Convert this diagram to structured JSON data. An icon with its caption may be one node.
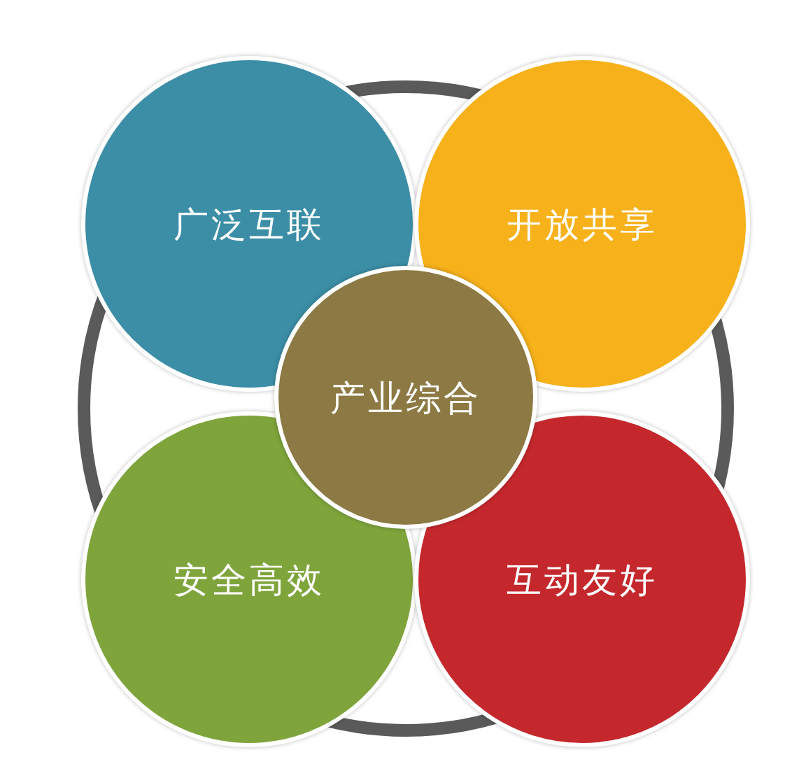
{
  "diagram": {
    "nodes": [
      {
        "text": [
          "广泛互联"
        ]
      },
      {
        "text": [
          "开放共享"
        ]
      },
      {
        "text": [
          "安全高效"
        ]
      },
      {
        "text": [
          "互动友好"
        ]
      },
      {
        "text": [
          "产业综合"
        ]
      }
    ]
  }
}
